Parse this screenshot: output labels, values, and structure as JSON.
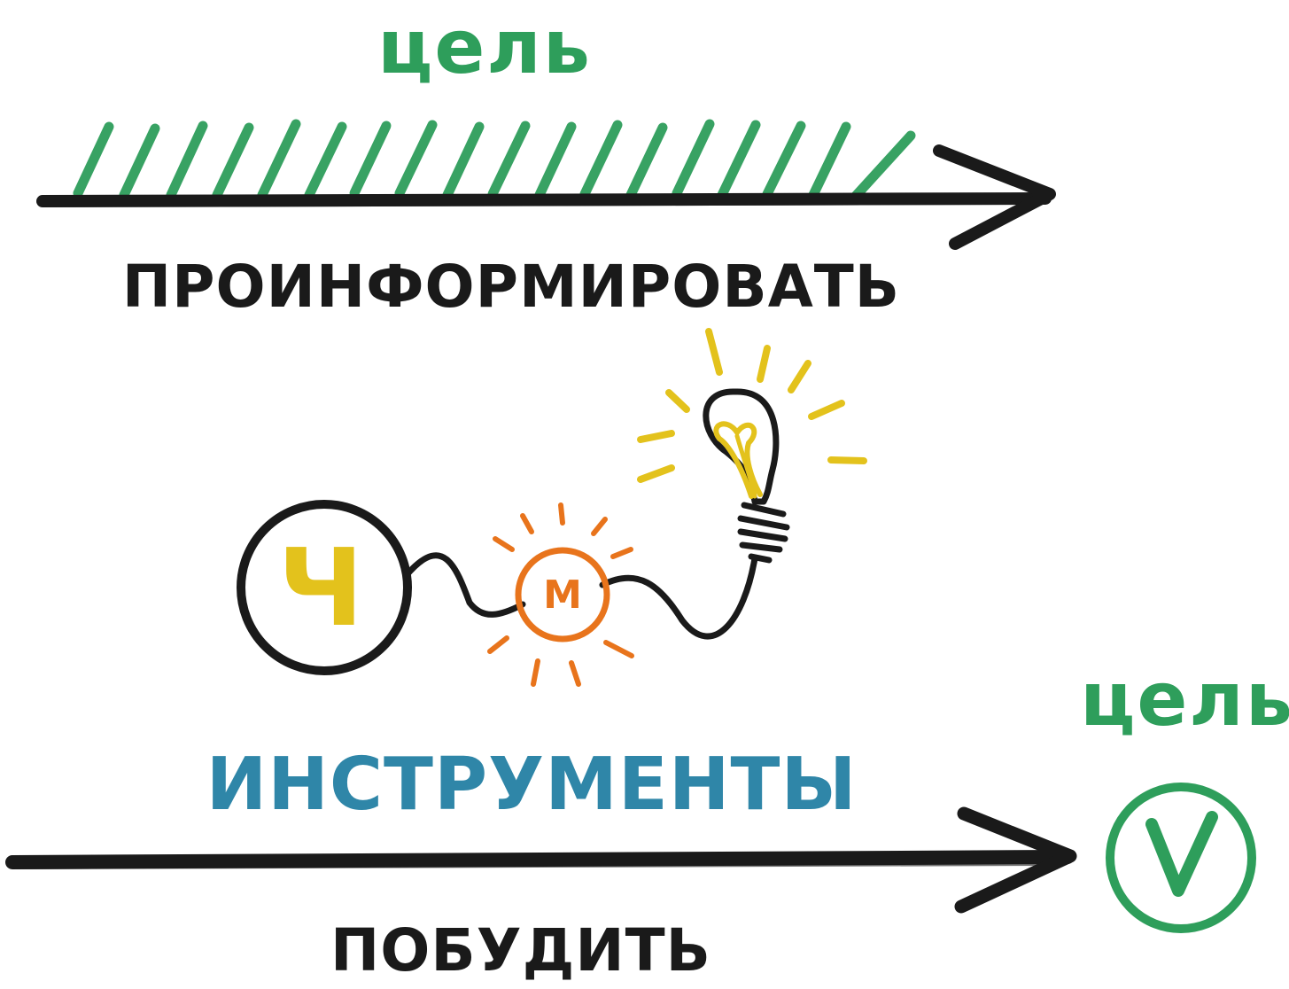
{
  "colors": {
    "green": "#2e9e5b",
    "black": "#1a1a1a",
    "yellow": "#e3c21c",
    "orange": "#e8741c",
    "blue": "#2f86a8"
  },
  "top": {
    "goal_label": "цель",
    "arrow_caption": "ПРОИНФОРМИРОВАТЬ"
  },
  "middle": {
    "person_letter": "Ч",
    "bulb_icon": "light-bulb-icon",
    "mediator_letter": "М"
  },
  "bottom": {
    "tools_label": "ИНСТРУМЕНТЫ",
    "arrow_caption": "ПОБУДИТЬ",
    "goal_label": "цель",
    "check_icon": "check-circle-icon"
  }
}
